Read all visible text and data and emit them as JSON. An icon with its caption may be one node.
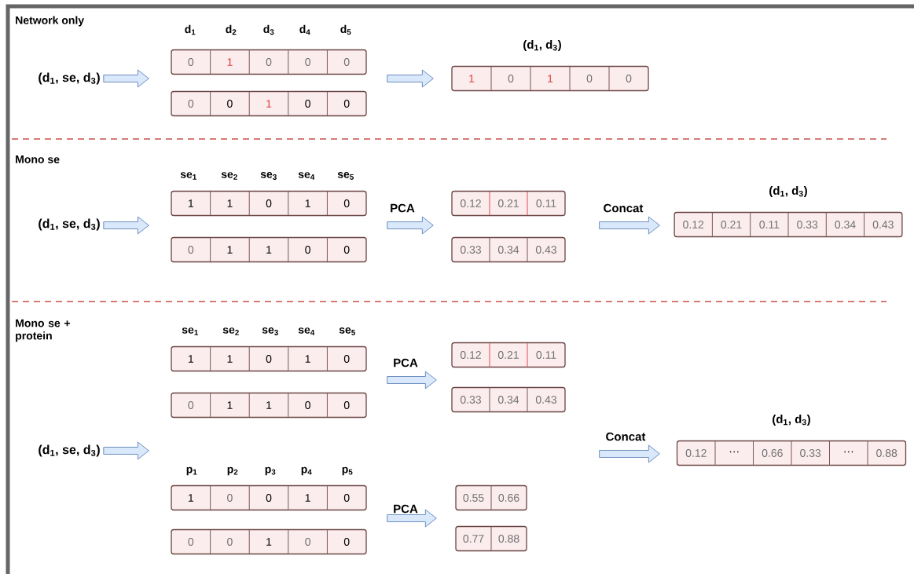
{
  "diagram": {
    "nodes": [
      {
        "text": [
          "(d$_{1}$, se, d$_{3}$)"
        ]
      },
      {
        "text": [
          "0",
          "1",
          "0",
          "0",
          "0"
        ]
      },
      {
        "text": [
          "0",
          "0",
          "1",
          "0",
          "0"
        ]
      },
      {
        "text": [
          "1",
          "0",
          "1",
          "0",
          "0"
        ],
        "beside": [
          "(d$_{1}$, d$_{3}$)"
        ]
      },
      {
        "text": [
          "(d$_{1}$, se, d$_{3}$)"
        ]
      },
      {
        "text": [
          "1",
          "1",
          "0",
          "1",
          "0"
        ]
      },
      {
        "text": [
          "0",
          "1",
          "1",
          "0",
          "0"
        ]
      },
      {
        "text": [
          "0.12",
          "0.21",
          "0.11"
        ]
      },
      {
        "text": [
          "0.33",
          "0.34",
          "0.43"
        ]
      },
      {
        "text": [
          "0.12",
          "0.21",
          "0.11",
          "0.33",
          "0.34",
          "0.43"
        ],
        "beside": [
          "(d$_{1}$, d$_{3}$)"
        ]
      },
      {
        "text": [
          "(d$_{1}$, se, d$_{3}$)"
        ]
      },
      {
        "text": [
          "1",
          "1",
          "0",
          "1",
          "0"
        ]
      },
      {
        "text": [
          "0",
          "1",
          "1",
          "0",
          "0"
        ]
      },
      {
        "text": [
          "1",
          "0",
          "0",
          "1",
          "0"
        ]
      },
      {
        "text": [
          "0",
          "0",
          "1",
          "0",
          "0"
        ]
      },
      {
        "text": [
          "0.12",
          "0.21",
          "0.11"
        ]
      },
      {
        "text": [
          "0.33",
          "0.34",
          "0.43"
        ]
      },
      {
        "text": [
          "0.55",
          "0.66"
        ]
      },
      {
        "text": [
          "0.77",
          "0.88"
        ]
      },
      {
        "text": [
          "0.12",
          "···",
          "0.66",
          "0.33",
          "···",
          "0.88"
        ],
        "beside": [
          "(d$_{1}$, d$_{3}$)"
        ]
      }
    ],
    "edges": [
      {
        "from": 0,
        "to": 1,
        "arrow": "to"
      },
      {
        "from": 0,
        "to": 2,
        "arrow": "to"
      },
      {
        "from": 1,
        "to": 3,
        "arrow": "to"
      },
      {
        "from": 2,
        "to": 3,
        "arrow": "to"
      },
      {
        "from": 4,
        "to": 5,
        "arrow": "to"
      },
      {
        "from": 4,
        "to": 6,
        "arrow": "to"
      },
      {
        "from": 5,
        "to": 7,
        "arrow": "to",
        "label": "PCA"
      },
      {
        "from": 6,
        "to": 8,
        "arrow": "to"
      },
      {
        "from": 7,
        "to": 9,
        "arrow": "to",
        "label": "Concat"
      },
      {
        "from": 8,
        "to": 9,
        "arrow": "to"
      },
      {
        "from": 10,
        "to": 12,
        "arrow": "to"
      },
      {
        "from": 10,
        "to": 13,
        "arrow": "to"
      },
      {
        "from": 11,
        "to": 15,
        "arrow": "to",
        "label": "PCA"
      },
      {
        "from": 12,
        "to": 16,
        "arrow": "to"
      },
      {
        "from": 13,
        "to": 17,
        "arrow": "to",
        "label": "PCA"
      },
      {
        "from": 14,
        "to": 18,
        "arrow": "to"
      },
      {
        "from": 16,
        "to": 19,
        "arrow": "to",
        "label": "Concat"
      }
    ],
    "labels": [
      "Network only",
      "d$_{1}$",
      "d$_{2}$",
      "d$_{3}$",
      "d$_{4}$",
      "d$_{5}$",
      "Mono se",
      "se$_{1}$",
      "se$_{2}$",
      "se$_{3}$",
      "se$_{4}$",
      "se$_{5}$",
      "Mono se + protein",
      "se$_{1}$",
      "se$_{2}$",
      "se$_{3}$",
      "se$_{4}$",
      "se$_{5}$",
      "p$_{1}$",
      "p$_{2}$",
      "p$_{3}$",
      "p$_{4}$",
      "p$_{5}$"
    ]
  }
}
